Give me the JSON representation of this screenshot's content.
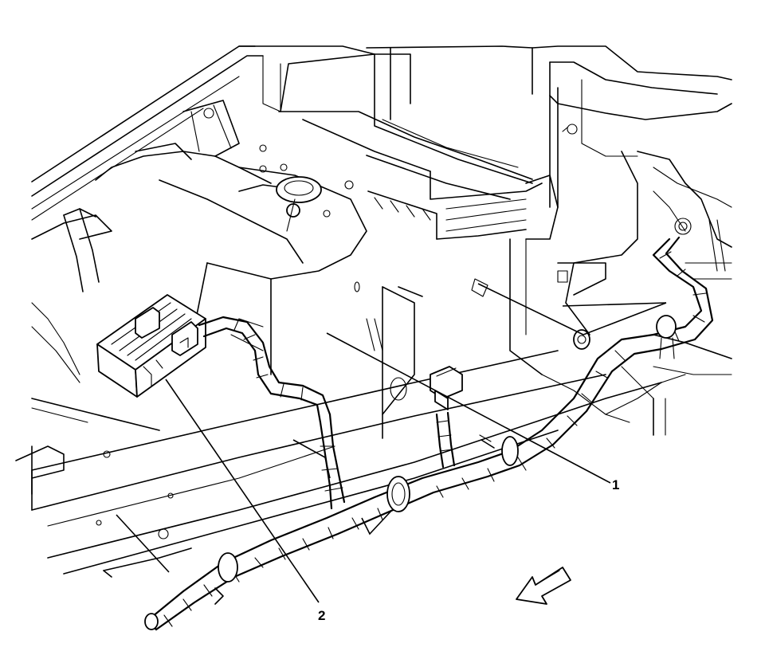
{
  "callouts": [
    {
      "id": "1",
      "label": "1"
    },
    {
      "id": "2",
      "label": "2"
    }
  ],
  "icons": {
    "direction_arrow": "arrow-icon"
  },
  "colors": {
    "line": "#000000",
    "background": "#ffffff"
  }
}
